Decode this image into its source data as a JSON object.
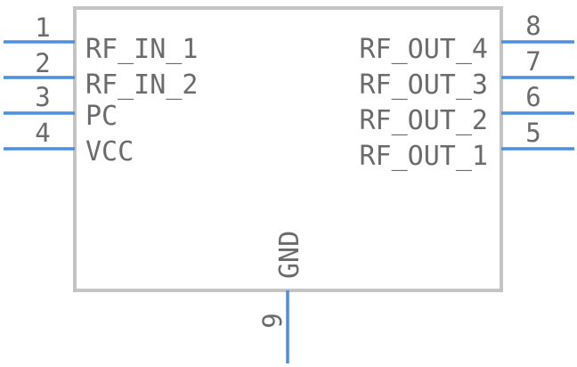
{
  "component": {
    "pins_left": [
      {
        "number": "1",
        "label": "RF_IN_1"
      },
      {
        "number": "2",
        "label": "RF_IN_2"
      },
      {
        "number": "3",
        "label": "PC"
      },
      {
        "number": "4",
        "label": "VCC"
      }
    ],
    "pins_right": [
      {
        "number": "8",
        "label": "RF_OUT_4"
      },
      {
        "number": "7",
        "label": "RF_OUT_3"
      },
      {
        "number": "6",
        "label": "RF_OUT_2"
      },
      {
        "number": "5",
        "label": "RF_OUT_1"
      }
    ],
    "pins_bottom": [
      {
        "number": "9",
        "label": "GND"
      }
    ]
  },
  "colors": {
    "pin": "#4a8fe0",
    "outline": "#c4c4c4",
    "text": "#6b6b6b"
  }
}
